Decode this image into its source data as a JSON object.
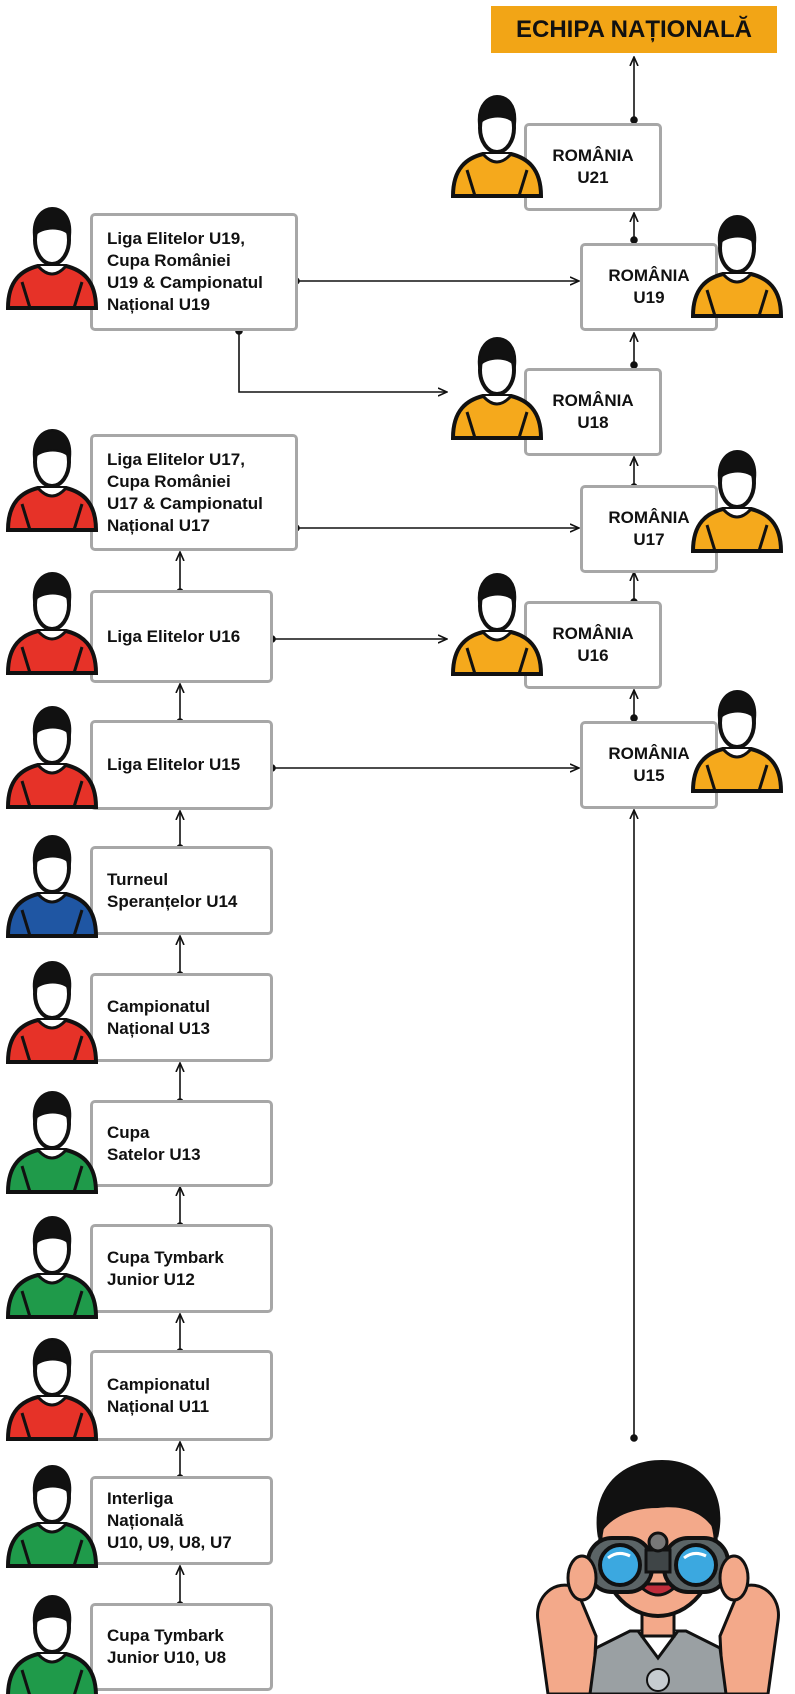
{
  "title": "ECHIPA NAȚIONALĂ",
  "colors": {
    "box_border": "#a7a7a7",
    "title_bg": "#f2a516",
    "jersey_red": "#e63228",
    "jersey_blue": "#1f56a3",
    "jersey_green": "#1f9a4a",
    "jersey_yellow": "#f5a91c",
    "connector": "#111111"
  },
  "competitions": [
    {
      "label": "Liga Elitelor U19,\nCupa României\nU19 & Campionatul\nNațional U19",
      "jersey": "red"
    },
    {
      "label": "Liga Elitelor U17,\nCupa României\nU17 & Campionatul\nNațional U17",
      "jersey": "red"
    },
    {
      "label": "Liga Elitelor U16",
      "jersey": "red"
    },
    {
      "label": "Liga Elitelor U15",
      "jersey": "red"
    },
    {
      "label": "Turneul\nSperanțelor  U14",
      "jersey": "blue"
    },
    {
      "label": "Campionatul\nNațional U13",
      "jersey": "red"
    },
    {
      "label": "Cupa\nSatelor U13",
      "jersey": "green"
    },
    {
      "label": "Cupa Tymbark\nJunior U12",
      "jersey": "green"
    },
    {
      "label": "Campionatul\nNațional U11",
      "jersey": "red"
    },
    {
      "label": "Interliga\nNațională\nU10, U9, U8, U7",
      "jersey": "green"
    },
    {
      "label": "Cupa Tymbark\nJunior U10, U8",
      "jersey": "green"
    }
  ],
  "national_teams": [
    {
      "label": "ROMÂNIA\nU21",
      "jersey": "yellow"
    },
    {
      "label": "ROMÂNIA\nU19",
      "jersey": "yellow"
    },
    {
      "label": "ROMÂNIA\nU18",
      "jersey": "yellow"
    },
    {
      "label": "ROMÂNIA\nU17",
      "jersey": "yellow"
    },
    {
      "label": "ROMÂNIA\nU16",
      "jersey": "yellow"
    },
    {
      "label": "ROMÂNIA\nU15",
      "jersey": "yellow"
    }
  ],
  "scout": {
    "icon": "scout-with-binoculars-icon"
  }
}
